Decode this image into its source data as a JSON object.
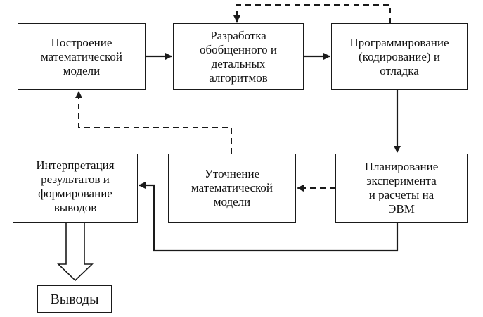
{
  "nodes": {
    "model_building": "Построение\nматематической\nмодели",
    "algorithm_development": "Разработка\nобобщенного и\nдетальных\nалгоритмов",
    "programming": "Программирование\n(кодирование) и\nотладка",
    "experiment_planning": "Планирование\nэксперимента\nи расчеты на\nЭВМ",
    "model_refinement": "Уточнение\nматематической\nмодели",
    "interpretation": "Интерпретация\nрезультатов и\nформирование\nвыводов",
    "conclusions": "Выводы"
  },
  "colors": {
    "line": "#1a1a1a",
    "box_border": "#1a1a1a",
    "text": "#111111"
  }
}
